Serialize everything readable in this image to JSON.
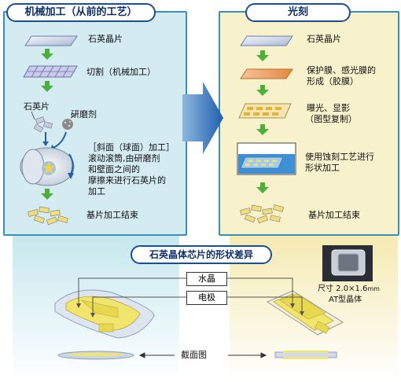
{
  "left_panel": {
    "title": "机械加工（从前的工艺）",
    "steps": [
      "石英晶片",
      "切割（机械加工）",
      "石英片",
      "研磨剂",
      "［斜面（球面）加工］",
      "滚动滚筒,由研磨剂",
      "和壁面之间的",
      "摩擦来进行石英片的",
      "加工",
      "基片加工结束"
    ]
  },
  "right_panel": {
    "title": "光刻",
    "steps": [
      "石英晶片",
      "保护膜、感光膜的",
      "形成（胶膜）",
      "曝光、显影",
      "（图型复制）",
      "使用蚀刻工艺进行",
      "形状加工",
      "基片加工结束"
    ]
  },
  "bottom": {
    "title": "石英晶体芯片的形状差异",
    "label_crystal": "水晶",
    "label_electrode": "电极",
    "size_line1": "尺寸 2.0×1.6",
    "size_unit": "mm",
    "size_line2": "AT型晶体",
    "cross_section": "截面图"
  },
  "colors": {
    "left_bg": "#d3ebf1",
    "right_bg": "#f8f2cc",
    "panel_border": "#3a8fb5",
    "green_arrow": "#4caf3a",
    "blue_arrow": "#1f5fae"
  }
}
